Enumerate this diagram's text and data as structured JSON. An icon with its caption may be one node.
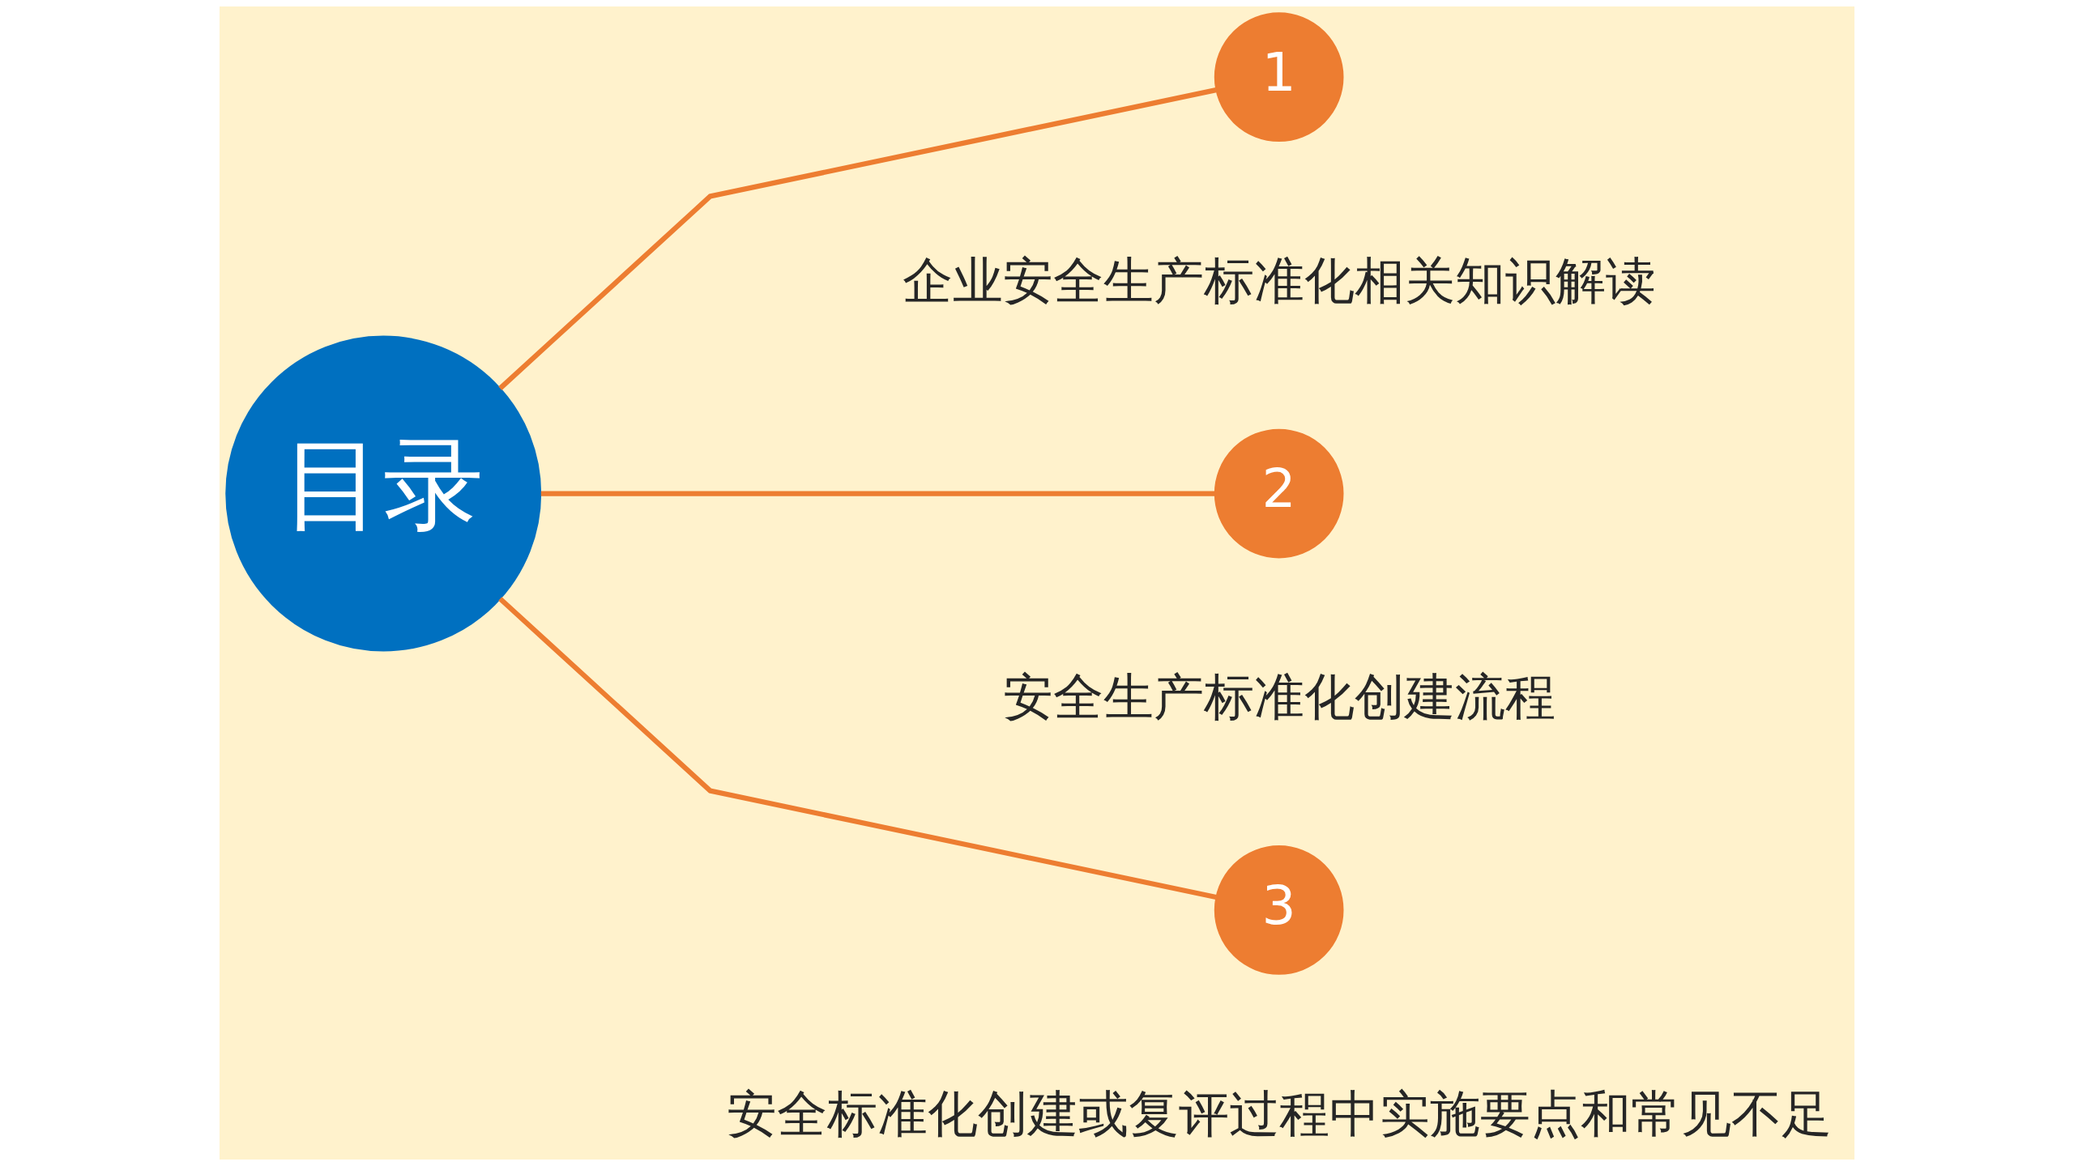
{
  "diagram": {
    "nodes": [
      {
        "text": [
          "目录"
        ]
      },
      {
        "text": [
          "1"
        ],
        "beside": [
          "企业安全生产标准化相关知识解读"
        ]
      },
      {
        "text": [
          "2"
        ],
        "beside": [
          "安全生产标准化创建流程"
        ]
      },
      {
        "text": [
          "3"
        ],
        "beside": [
          "安全标准化创建或复评过程中实施要点和常见不足"
        ]
      }
    ],
    "edges": [
      {
        "from": 0,
        "to": 1,
        "arrow": "none"
      },
      {
        "from": 0,
        "to": 2,
        "arrow": "none"
      },
      {
        "from": 0,
        "to": 3,
        "arrow": "none"
      }
    ]
  }
}
